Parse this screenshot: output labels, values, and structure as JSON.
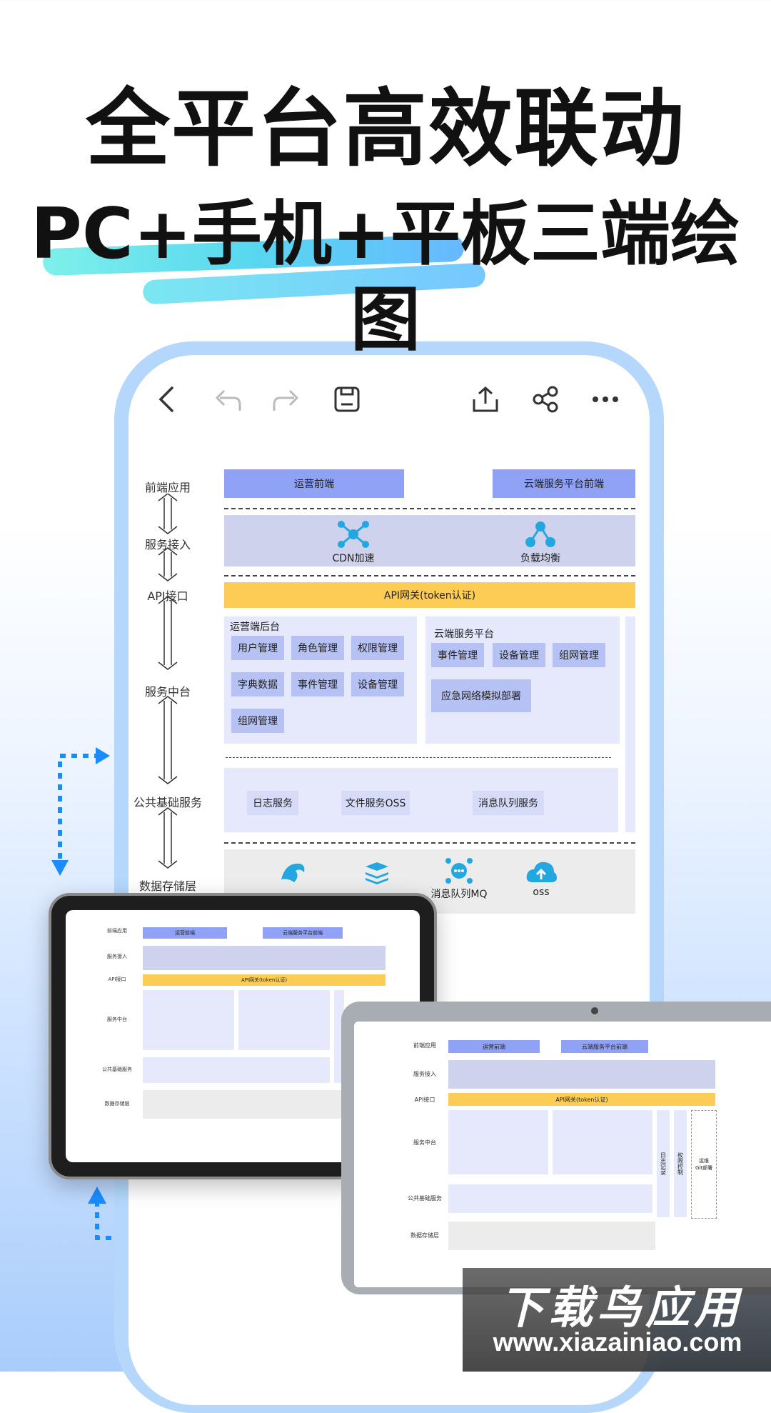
{
  "headline": {
    "line1": "全平台高效联动",
    "line2": "PC+手机+平板三端绘图"
  },
  "toolbar": {
    "icons": [
      "back-icon",
      "undo-icon",
      "redo-icon",
      "save-icon",
      "export-icon",
      "share-icon",
      "more-icon"
    ]
  },
  "diagram": {
    "layers": [
      "前端应用",
      "服务接入",
      "API接口",
      "服务中台",
      "公共基础服务",
      "数据存储层"
    ],
    "frontend": [
      "运营前端",
      "云端服务平台前端"
    ],
    "access": [
      "CDN加速",
      "负载均衡"
    ],
    "gateway": "API网关(token认证)",
    "ops_backend": {
      "title": "运营端后台",
      "items": [
        "用户管理",
        "角色管理",
        "权限管理",
        "字典数据",
        "事件管理",
        "设备管理",
        "组网管理"
      ]
    },
    "cloud_platform": {
      "title": "云端服务平台",
      "items": [
        "事件管理",
        "设备管理",
        "组网管理",
        "应急网络模拟部署"
      ]
    },
    "public_services": [
      "日志服务",
      "文件服务OSS",
      "消息队列服务"
    ],
    "storage": [
      "MySQL",
      "redis",
      "消息队列MQ",
      "oss"
    ],
    "side": {
      "log": "日志记录",
      "auth": "权限控制",
      "ops": "运维",
      "deploy": "Git部署"
    }
  },
  "watermark": {
    "line1": "下载鸟应用",
    "line2": "www.xiazainiao.com"
  },
  "colors": {
    "blue_box": "#8fa2f6",
    "gateway": "#fccc55",
    "phone_frame": "#b4d7fb",
    "arrow": "#1a8cff"
  }
}
